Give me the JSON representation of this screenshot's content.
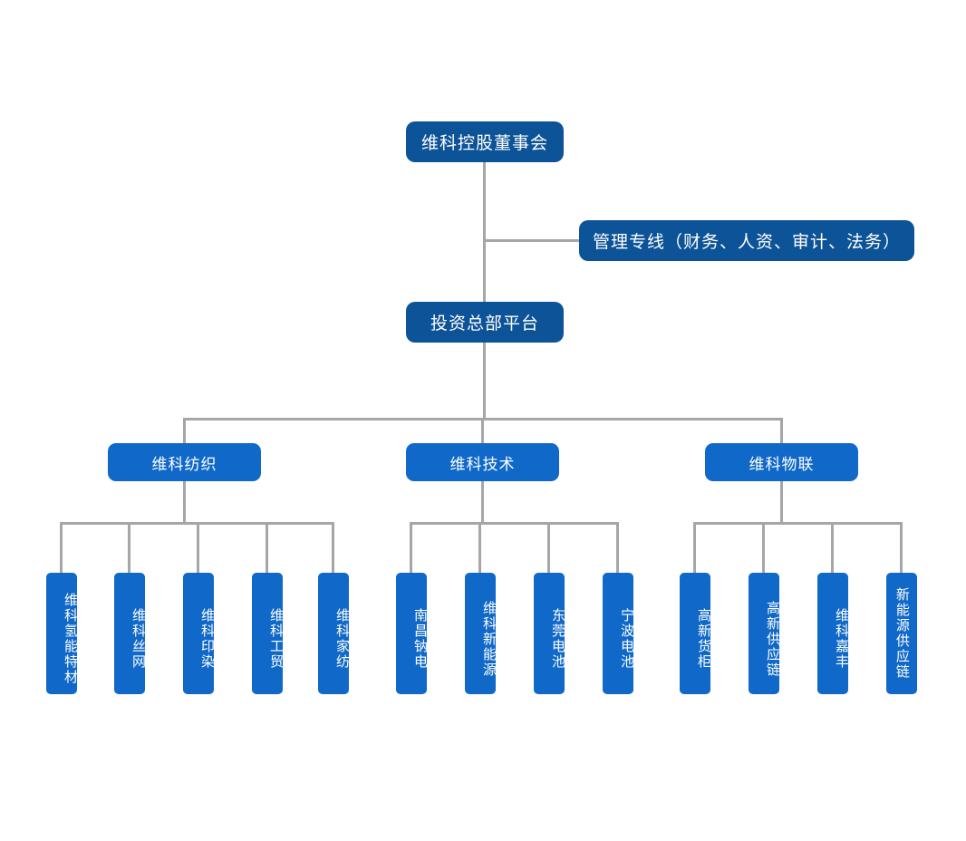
{
  "chart_data": {
    "type": "diagram",
    "title": "维科控股组织架构图",
    "diagram_kind": "organization-chart",
    "colors": {
      "top_level_fill": "#0d5397",
      "division_fill": "#1069c8",
      "leaf_fill": "#1069c8",
      "connector": "#a6a6a6",
      "text": "#ffffff",
      "background": "#ffffff"
    },
    "nodes": [
      {
        "id": "board",
        "label": "维科控股董事会",
        "level": 0
      },
      {
        "id": "management-line",
        "label": "管理专线（财务、人资、审计、法务）",
        "level": "side"
      },
      {
        "id": "investment-hq",
        "label": "投资总部平台",
        "level": 1
      },
      {
        "id": "textile",
        "label": "维科纺织",
        "level": 2
      },
      {
        "id": "technology",
        "label": "维科技术",
        "level": 2
      },
      {
        "id": "iot",
        "label": "维科物联",
        "level": 2
      },
      {
        "id": "hydrogen",
        "label": "维科氢能特材",
        "level": 3,
        "parent": "textile"
      },
      {
        "id": "silknet",
        "label": "维科丝网",
        "level": 3,
        "parent": "textile"
      },
      {
        "id": "printdye",
        "label": "维科印染",
        "level": 3,
        "parent": "textile"
      },
      {
        "id": "industrytrade",
        "label": "维科工贸",
        "level": 3,
        "parent": "textile"
      },
      {
        "id": "hometextile",
        "label": "维科家纺",
        "level": 3,
        "parent": "textile"
      },
      {
        "id": "nanchang-sodium",
        "label": "南昌钠电",
        "level": 3,
        "parent": "technology"
      },
      {
        "id": "newenergy",
        "label": "维科新能源",
        "level": 3,
        "parent": "technology"
      },
      {
        "id": "dongguan-battery",
        "label": "东莞电池",
        "level": 3,
        "parent": "technology"
      },
      {
        "id": "ningbo-battery",
        "label": "宁波电池",
        "level": 3,
        "parent": "technology"
      },
      {
        "id": "hightech-container",
        "label": "高新货柜",
        "level": 3,
        "parent": "iot"
      },
      {
        "id": "hightech-supply",
        "label": "高新供应链",
        "level": 3,
        "parent": "iot"
      },
      {
        "id": "jiafeng",
        "label": "维科嘉丰",
        "level": 3,
        "parent": "iot"
      },
      {
        "id": "newenergy-supply",
        "label": "新能源供应链",
        "level": 3,
        "parent": "iot"
      }
    ]
  },
  "board": {
    "label": "维科控股董事会"
  },
  "management_line": {
    "label": "管理专线（财务、人资、审计、法务）"
  },
  "investment_hq": {
    "label": "投资总部平台"
  },
  "divisions": [
    {
      "label": "维科纺织",
      "children": [
        {
          "label": "维科氢能特材"
        },
        {
          "label": "维科丝网"
        },
        {
          "label": "维科印染"
        },
        {
          "label": "维科工贸"
        },
        {
          "label": "维科家纺"
        }
      ]
    },
    {
      "label": "维科技术",
      "children": [
        {
          "label": "南昌钠电"
        },
        {
          "label": "维科新能源"
        },
        {
          "label": "东莞电池"
        },
        {
          "label": "宁波电池"
        }
      ]
    },
    {
      "label": "维科物联",
      "children": [
        {
          "label": "高新货柜"
        },
        {
          "label": "高新供应链"
        },
        {
          "label": "维科嘉丰"
        },
        {
          "label": "新能源供应链"
        }
      ]
    }
  ]
}
